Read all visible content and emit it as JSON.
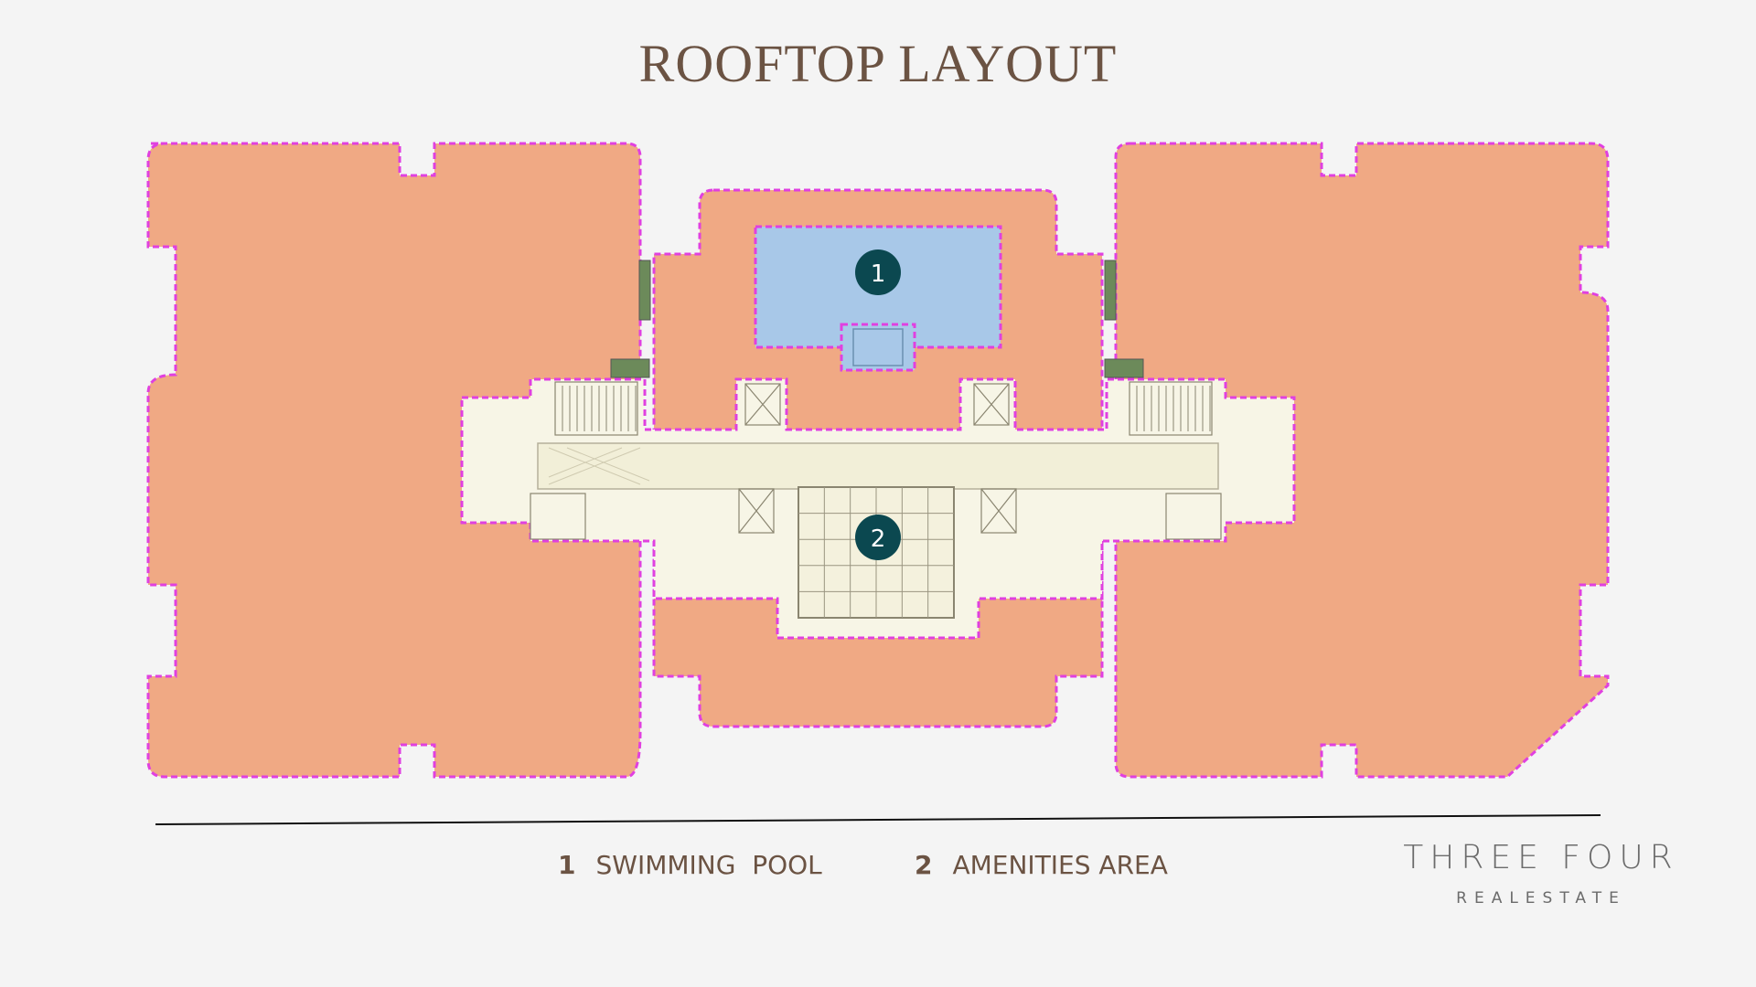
{
  "title": "ROOFTOP LAYOUT",
  "markers": [
    {
      "number": "1",
      "label": "SWIMMING  POOL"
    },
    {
      "number": "2",
      "label": "AMENITIES AREA"
    }
  ],
  "brand": {
    "name": "THREE FOUR",
    "tagline": "REALESTATE"
  },
  "colors": {
    "roof": "#f0a984",
    "outline": "#e040e0",
    "pool": "#a8c8e8",
    "core": "#f7f5e6",
    "marker": "#0b4850",
    "text": "#6b5343"
  }
}
